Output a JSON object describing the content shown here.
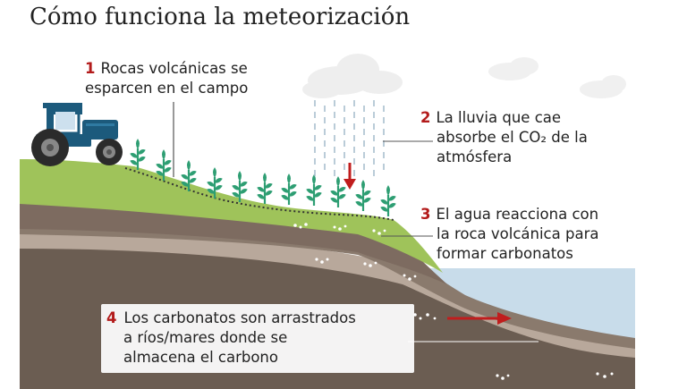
{
  "title": "Cómo funciona la meteorización",
  "steps": [
    {
      "number": "1",
      "lines": [
        "Rocas volcánicas se",
        "esparcen en el campo"
      ]
    },
    {
      "number": "2",
      "lines": [
        "La lluvia que cae",
        "absorbe el CO₂ de la",
        "atmósfera"
      ]
    },
    {
      "number": "3",
      "lines": [
        "El agua reacciona con",
        "la roca volcánica para",
        "formar carbonatos"
      ]
    },
    {
      "number": "4",
      "lines": [
        "Los carbonatos son arrastrados",
        "a ríos/mares donde se",
        "almacena el carbono"
      ]
    }
  ],
  "colors": {
    "accent_red": "#b31b1b",
    "grass": "#9fc35a",
    "soil_dark": "#6b5d52",
    "soil_mid": "#8a7a6d",
    "soil_light": "#b8a89b",
    "water": "#c8dcea",
    "tractor": "#1c5a7c",
    "cloud": "#ededed",
    "plant": "#2e9e73"
  }
}
